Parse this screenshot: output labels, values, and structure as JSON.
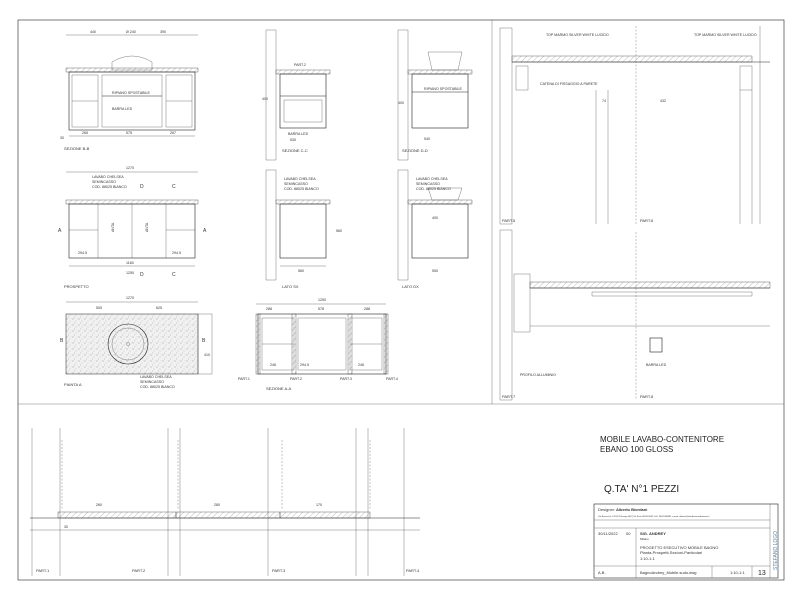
{
  "views": {
    "sezione_bb": "SEZIONE B-B",
    "sezione_cc": "SEZIONE C-C",
    "sezione_dd": "SEZIONE D-D",
    "prospetto": "PROSPETTO",
    "lato_sx": "LATO SX",
    "lato_dx": "LATO DX",
    "pianta_a": "PIANTA A",
    "sezione_aa": "SEZIONE A-A",
    "part5": "PART.5",
    "part6": "PART.6",
    "part7": "PART.7",
    "part8": "PART.8",
    "part1": "PART.1",
    "part2": "PART.2",
    "part3": "PART.3",
    "part4": "PART.4"
  },
  "notes": {
    "ripiano": "RIPIANO SPOSTABILE",
    "barra_led": "BARRA LED",
    "lavabo": "LAVABO CHELSEA",
    "semincasso": "SEMINCASSO",
    "cod": "COD. 88025 BIANCO",
    "top_marmo": "TOP MARMO SILVER WHITE LUCIDO",
    "catena": "CATENA DI FISSAGGIO A PARETE",
    "profilo": "PROFILO ALLUMINIO",
    "anta": "ANTA"
  },
  "section_marks": {
    "a": "A",
    "b": "B",
    "c": "C",
    "d": "D"
  },
  "dims": {
    "d440": "440",
    "d240": "Ø 240",
    "d390": "390",
    "d1270": "1270",
    "d1160": "1160",
    "d1250": "1250",
    "d505": "505",
    "d625": "625",
    "d410": "410",
    "d1250b": "1250",
    "d288": "288",
    "d578": "578",
    "d400": "400",
    "d560": "560",
    "d550": "550",
    "d265": "265",
    "d575": "575",
    "d267": "267",
    "d294": "294.5",
    "d30": "30",
    "d18": "18",
    "d16": "16",
    "d36": "36",
    "d271": "271",
    "d246": "246",
    "d540": "540",
    "d100": "100",
    "d530": "530",
    "d260": "260",
    "d280": "280",
    "d170": "170",
    "d432": "432",
    "d74": "74"
  },
  "info": {
    "title_line1": "MOBILE LAVABO-CONTENITORE",
    "title_line2": "EBANO 100 GLOSS",
    "quantity": "Q.TA' N°1 PEZZI"
  },
  "title_block": {
    "designer_label": "Designer:",
    "designer": "Alberto Biordani",
    "address": "Via Bertocchi, 8 20121 Rovigo (RO) Tel./Fax 0425/20082 Cell. 334/1089491 e-mail: alberto@biordaniarredamenti.it",
    "date": "30/11/2022",
    "rev": "00",
    "client_label": "SIG. ANDREY",
    "client_city": "Milano",
    "project_line1": "PROGETTO ESECUTIVO MOBILE BAGNO",
    "project_line2": "Pianta-Prospetti-Sezioni-Particolari",
    "scale_text": "1:10-1:1",
    "initials": "A.B.",
    "file": "BagnoAndrey_Mobile.sudo.dwg",
    "scale": "1:10-1:1",
    "sheet_no": "13",
    "logo_text": "STEFANO LOGO"
  },
  "colors": {
    "line": "#222222",
    "paper": "#ffffff",
    "hatch": "#888888"
  }
}
